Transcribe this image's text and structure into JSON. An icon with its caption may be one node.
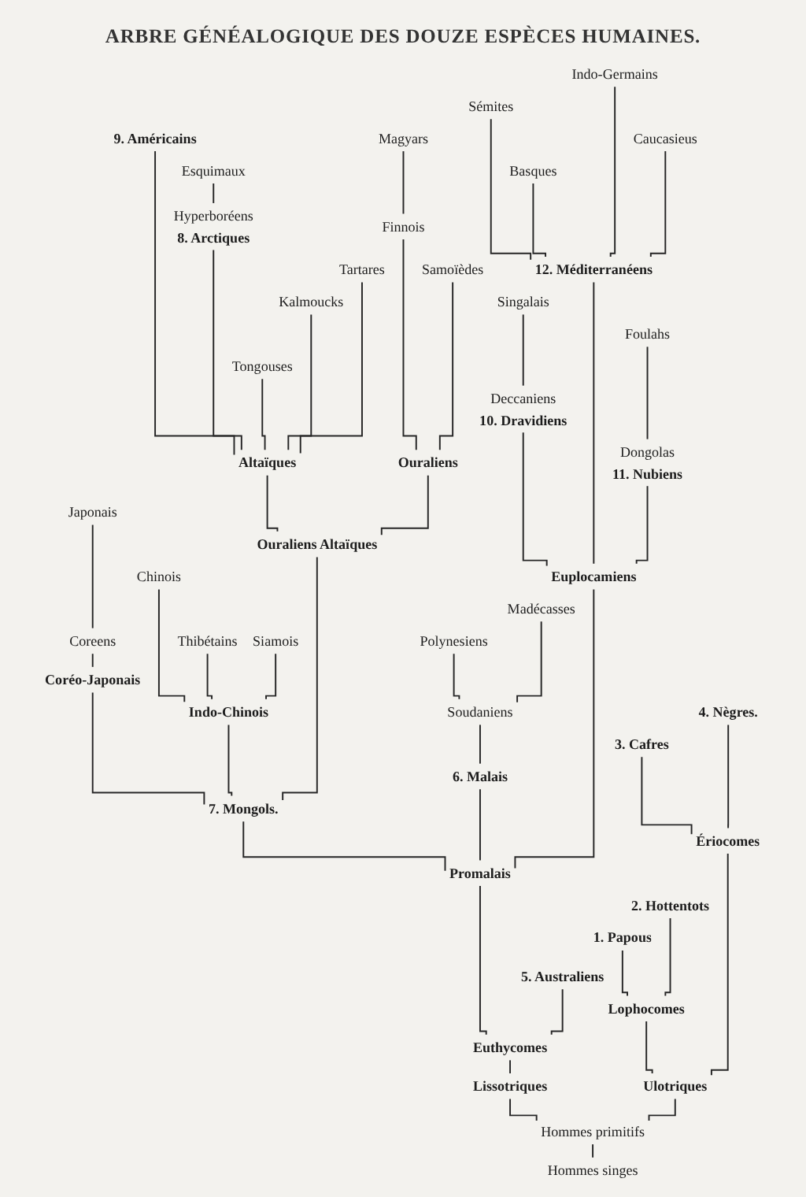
{
  "diagram": {
    "title": "ARBRE GÉNÉALOGIQUE DES DOUZE ESPÈCES HUMAINES.",
    "nodes": [
      {
        "text": [
          "Indo-Germains"
        ]
      },
      {
        "text": [
          "Sémites"
        ]
      },
      {
        "text": [
          "Caucasieus"
        ]
      },
      {
        "text": [
          "9. Américains"
        ]
      },
      {
        "text": [
          "Magyars"
        ]
      },
      {
        "text": [
          "Basques"
        ]
      },
      {
        "text": [
          "Esquimaux"
        ]
      },
      {
        "text": [
          "Hyperboréens",
          "8. Arctiques"
        ]
      },
      {
        "text": [
          "Finnois"
        ]
      },
      {
        "text": [
          "Tartares"
        ]
      },
      {
        "text": [
          "Samoïèdes"
        ]
      },
      {
        "text": [
          "12. Méditerranéens"
        ]
      },
      {
        "text": [
          "Kalmoucks"
        ]
      },
      {
        "text": [
          "Singalais"
        ]
      },
      {
        "text": [
          "Foulahs"
        ]
      },
      {
        "text": [
          "Tongouses"
        ]
      },
      {
        "text": [
          "Deccaniens",
          "10. Dravidiens"
        ]
      },
      {
        "text": [
          "Dongolas",
          "11. Nubiens"
        ]
      },
      {
        "text": [
          "Altaïques"
        ]
      },
      {
        "text": [
          "Ouraliens"
        ]
      },
      {
        "text": [
          "Japonais"
        ]
      },
      {
        "text": [
          "Ouraliens Altaïques"
        ]
      },
      {
        "text": [
          "Euplocamiens"
        ]
      },
      {
        "text": [
          "Chinois"
        ]
      },
      {
        "text": [
          "Madécasses"
        ]
      },
      {
        "text": [
          "Coreens"
        ]
      },
      {
        "text": [
          "Siamois"
        ]
      },
      {
        "text": [
          "Polynesiens"
        ]
      },
      {
        "text": [
          "Thibétains"
        ]
      },
      {
        "text": [
          "Coréo-Japonais"
        ]
      },
      {
        "text": [
          "Indo-Chinois"
        ]
      },
      {
        "text": [
          "Soudaniens"
        ]
      },
      {
        "text": [
          "4. Nègres."
        ]
      },
      {
        "text": [
          "3. Cafres"
        ]
      },
      {
        "text": [
          "7. Mongols."
        ]
      },
      {
        "text": [
          "6. Malais"
        ]
      },
      {
        "text": [
          "Ériocomes"
        ]
      },
      {
        "text": [
          "Promalais"
        ]
      },
      {
        "text": [
          "2. Hottentots"
        ]
      },
      {
        "text": [
          "1. Papous"
        ]
      },
      {
        "text": [
          "5. Australiens"
        ]
      },
      {
        "text": [
          "Lophocomes"
        ]
      },
      {
        "text": [
          "Euthycomes"
        ]
      },
      {
        "text": [
          "Lissotriques"
        ]
      },
      {
        "text": [
          "Ulotriques"
        ]
      },
      {
        "text": [
          "Hommes primitifs"
        ]
      },
      {
        "text": [
          "Hommes singes"
        ]
      }
    ],
    "edges": [
      {
        "from": 46,
        "to": 45,
        "arrow": "none"
      },
      {
        "from": 45,
        "to": 43,
        "arrow": "none"
      },
      {
        "from": 43,
        "to": 42,
        "arrow": "none"
      },
      {
        "from": 42,
        "to": 37,
        "arrow": "none"
      },
      {
        "from": 37,
        "to": 34,
        "arrow": "none"
      },
      {
        "from": 34,
        "to": 29,
        "arrow": "none"
      },
      {
        "from": 29,
        "to": 25,
        "arrow": "none"
      },
      {
        "from": 25,
        "to": 20,
        "arrow": "none"
      },
      {
        "from": 34,
        "to": 30,
        "arrow": "none"
      },
      {
        "from": 30,
        "to": 23,
        "arrow": "none"
      },
      {
        "from": 30,
        "to": 28,
        "arrow": "none"
      },
      {
        "from": 30,
        "to": 26,
        "arrow": "none"
      },
      {
        "from": 34,
        "to": 21,
        "arrow": "none"
      },
      {
        "from": 21,
        "to": 18,
        "arrow": "none"
      },
      {
        "from": 18,
        "to": 3,
        "arrow": "none"
      },
      {
        "from": 18,
        "to": 7,
        "arrow": "none"
      },
      {
        "from": 7,
        "to": 6,
        "arrow": "none"
      },
      {
        "from": 18,
        "to": 15,
        "arrow": "none"
      },
      {
        "from": 18,
        "to": 12,
        "arrow": "none"
      },
      {
        "from": 18,
        "to": 9,
        "arrow": "none"
      },
      {
        "from": 21,
        "to": 19,
        "arrow": "none"
      },
      {
        "from": 19,
        "to": 8,
        "arrow": "none"
      },
      {
        "from": 8,
        "to": 4,
        "arrow": "none"
      },
      {
        "from": 19,
        "to": 10,
        "arrow": "none"
      },
      {
        "from": 37,
        "to": 35,
        "arrow": "none"
      },
      {
        "from": 35,
        "to": 31,
        "arrow": "none"
      },
      {
        "from": 31,
        "to": 27,
        "arrow": "none"
      },
      {
        "from": 31,
        "to": 24,
        "arrow": "none"
      },
      {
        "from": 37,
        "to": 22,
        "arrow": "none"
      },
      {
        "from": 22,
        "to": 16,
        "arrow": "none"
      },
      {
        "from": 16,
        "to": 13,
        "arrow": "none"
      },
      {
        "from": 22,
        "to": 11,
        "arrow": "none"
      },
      {
        "from": 11,
        "to": 1,
        "arrow": "none"
      },
      {
        "from": 11,
        "to": 5,
        "arrow": "none"
      },
      {
        "from": 11,
        "to": 0,
        "arrow": "none"
      },
      {
        "from": 11,
        "to": 2,
        "arrow": "none"
      },
      {
        "from": 22,
        "to": 17,
        "arrow": "none"
      },
      {
        "from": 17,
        "to": 14,
        "arrow": "none"
      },
      {
        "from": 42,
        "to": 40,
        "arrow": "none"
      },
      {
        "from": 45,
        "to": 44,
        "arrow": "none"
      },
      {
        "from": 44,
        "to": 41,
        "arrow": "none"
      },
      {
        "from": 41,
        "to": 39,
        "arrow": "none"
      },
      {
        "from": 41,
        "to": 38,
        "arrow": "none"
      },
      {
        "from": 44,
        "to": 36,
        "arrow": "none"
      },
      {
        "from": 36,
        "to": 33,
        "arrow": "none"
      },
      {
        "from": 36,
        "to": 32,
        "arrow": "none"
      }
    ]
  }
}
